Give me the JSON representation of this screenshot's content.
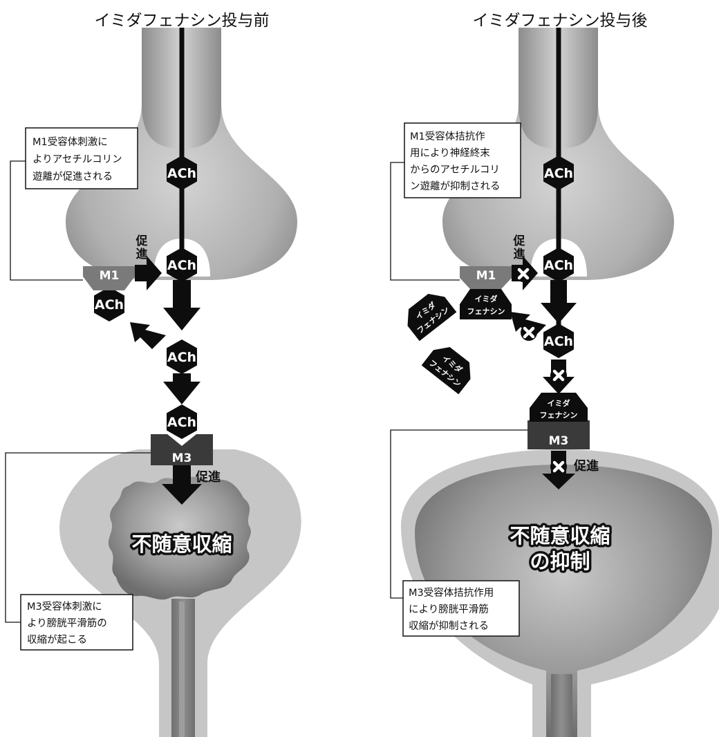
{
  "panels": {
    "before": {
      "title": "イミダフェナシン投与前",
      "ach_label": "ACh",
      "m1_label": "M1",
      "m3_label": "M3",
      "promote_vertical": [
        "促",
        "進"
      ],
      "promote_label": "促進",
      "effect": [
        "不随意収縮"
      ],
      "note_top": [
        "M1受容体刺激に",
        "よりアセチルコリン",
        "遊離が促進される"
      ],
      "note_bottom": [
        "M3受容体刺激に",
        "より膀胱平滑筋の",
        "収縮が起こる"
      ]
    },
    "after": {
      "title": "イミダフェナシン投与後",
      "ach_label": "ACh",
      "m1_label": "M1",
      "m3_label": "M3",
      "drug_label": [
        "イミダ",
        "フェナシン"
      ],
      "promote_vertical": [
        "促",
        "進"
      ],
      "promote_label": "促進",
      "effect": [
        "不随意収縮",
        "の抑制"
      ],
      "note_top": [
        "M1受容体拮抗作",
        "用により神経終末",
        "からのアセチルコリ",
        "ン遊離が抑制される"
      ],
      "note_bottom": [
        "M3受容体拮抗作用",
        "により膀胱平滑筋",
        "収縮が抑制される"
      ]
    }
  },
  "colors": {
    "nerve_gray": "#a8a8a8",
    "bladder_outer": "#c6c6c6",
    "bladder_inner": "#8c8c8c",
    "receptor_m1": "#7a7a7a",
    "receptor_m3": "#3a3a3a",
    "ach_fill": "#0d0d0d"
  }
}
